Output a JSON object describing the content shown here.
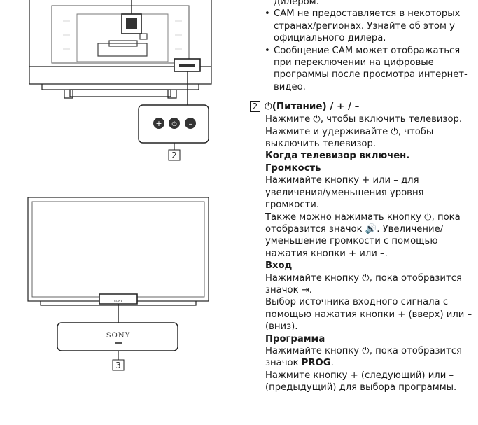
{
  "cam_notes": {
    "line0": "дилером.",
    "bullet1": [
      "CAM не предоставляется в некоторых",
      "странах/регионах. Узнайте об этом у",
      "официального дилера."
    ],
    "bullet2": [
      "Сообщение CAM может отображаться",
      "при переключении на цифровые",
      "программы после просмотра интернет-",
      "видео."
    ]
  },
  "section": {
    "number": "2",
    "power_symbol": "⏻",
    "title": "(Питание) / + / –",
    "p1": [
      "Нажмите ⏻, чтобы включить телевизор.",
      "Нажмите и удерживайте ⏻, чтобы",
      "выключить телевизор."
    ],
    "when_on": "Когда телевизор включен.",
    "volume_heading": "Громкость",
    "volume_p1": [
      "Нажимайте кнопку + или – для",
      "увеличения/уменьшения уровня",
      "громкости."
    ],
    "volume_p2": [
      "Также можно нажимать кнопку ⏻, пока",
      "отобразится значок 🔊. Увеличение/",
      "уменьшение громкости с помощью",
      "нажатия кнопки + или –."
    ],
    "input_heading": "Вход",
    "input_p1": [
      "Нажимайте кнопку ⏻, пока отобразится",
      "значок ⇥."
    ],
    "input_p2": [
      "Выбор источника входного сигнала с",
      "помощью нажатия кнопки + (вверх) или –",
      "(вниз)."
    ],
    "program_heading": "Программа",
    "program_p1_a": "Нажимайте кнопку ⏻, пока отобразится",
    "program_p1_b": "значок ",
    "program_p1_prog": "PROG",
    "program_p1_end": ".",
    "program_p2": [
      "Нажмите кнопку + (следующий) или –",
      "(предыдущий) для выбора программы."
    ]
  },
  "figure": {
    "label_2": "2",
    "label_3": "3",
    "brand": "SONY",
    "bar_brand": "SONY"
  }
}
